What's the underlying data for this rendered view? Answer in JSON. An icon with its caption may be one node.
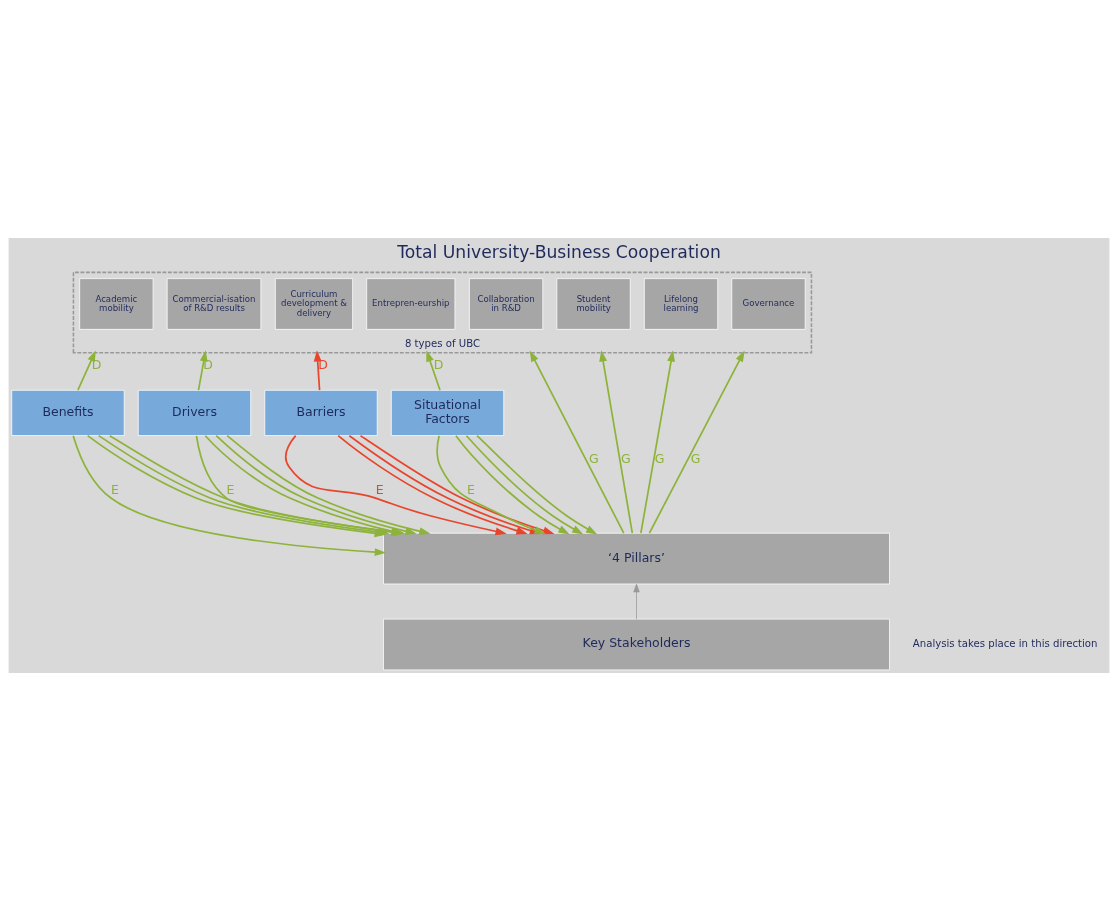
{
  "diagram": {
    "title": "Total University-Business Cooperation",
    "nodes": [
      {
        "text": [
          "8 types of UBC"
        ]
      },
      {
        "text": [
          "Collaboration in R&D"
        ],
        "in": 0
      },
      {
        "text": [
          "Academic mobility"
        ],
        "in": 0
      },
      {
        "text": [
          "Student mobility"
        ],
        "in": 0
      },
      {
        "text": [
          "Commercial-isation of R&D results"
        ],
        "in": 0
      },
      {
        "text": [
          "Curriculum development & delivery"
        ],
        "in": 0
      },
      {
        "text": [
          "Lifelong learning"
        ],
        "in": 0
      },
      {
        "text": [
          "Entrepren-eurship"
        ],
        "in": 0
      },
      {
        "text": [
          "Governance"
        ],
        "in": 0
      },
      {
        "text": [
          "Benefits"
        ]
      },
      {
        "text": [
          "Drivers"
        ]
      },
      {
        "text": [
          "Barriers"
        ]
      },
      {
        "text": [
          "Situational Factors"
        ]
      },
      {
        "text": [
          "‘4 Pillars’"
        ]
      },
      {
        "text": [
          "Key Stakeholders"
        ]
      }
    ],
    "edges": [
      {
        "from": 13,
        "to": 0,
        "arrow": "to",
        "label": "G"
      },
      {
        "from": 13,
        "to": 0,
        "arrow": "to",
        "label": "G"
      },
      {
        "from": 13,
        "to": 0,
        "arrow": "to",
        "label": "G"
      },
      {
        "from": 13,
        "to": 0,
        "arrow": "to",
        "label": "G"
      },
      {
        "from": 9,
        "to": 0,
        "arrow": "to",
        "label": "D"
      },
      {
        "from": 10,
        "to": 0,
        "arrow": "to",
        "label": "D"
      },
      {
        "from": 11,
        "to": 0,
        "arrow": "to",
        "label": "D",
        "color": "#e8452c"
      },
      {
        "from": 12,
        "to": 0,
        "arrow": "to",
        "label": "D"
      },
      {
        "from": 9,
        "to": 13,
        "arrow": "to",
        "label": "E"
      },
      {
        "from": 9,
        "to": 13,
        "arrow": "to"
      },
      {
        "from": 9,
        "to": 13,
        "arrow": "to"
      },
      {
        "from": 9,
        "to": 13,
        "arrow": "to"
      },
      {
        "from": 10,
        "to": 13,
        "arrow": "to",
        "label": "E"
      },
      {
        "from": 10,
        "to": 13,
        "arrow": "to"
      },
      {
        "from": 10,
        "to": 13,
        "arrow": "to"
      },
      {
        "from": 10,
        "to": 13,
        "arrow": "to"
      },
      {
        "from": 11,
        "to": 13,
        "arrow": "to",
        "label": "E",
        "color": "#e8452c"
      },
      {
        "from": 11,
        "to": 13,
        "arrow": "to",
        "color": "#e8452c"
      },
      {
        "from": 11,
        "to": 13,
        "arrow": "to",
        "color": "#e8452c"
      },
      {
        "from": 11,
        "to": 13,
        "arrow": "to",
        "color": "#e8452c"
      },
      {
        "from": 12,
        "to": 13,
        "arrow": "to",
        "label": "E"
      },
      {
        "from": 12,
        "to": 13,
        "arrow": "to"
      },
      {
        "from": 12,
        "to": 13,
        "arrow": "to"
      },
      {
        "from": 12,
        "to": 13,
        "arrow": "to"
      },
      {
        "from": 14,
        "to": 13,
        "arrow": "to",
        "color": "#999999"
      }
    ],
    "labels": [
      "Analysis takes place in this direction"
    ]
  }
}
